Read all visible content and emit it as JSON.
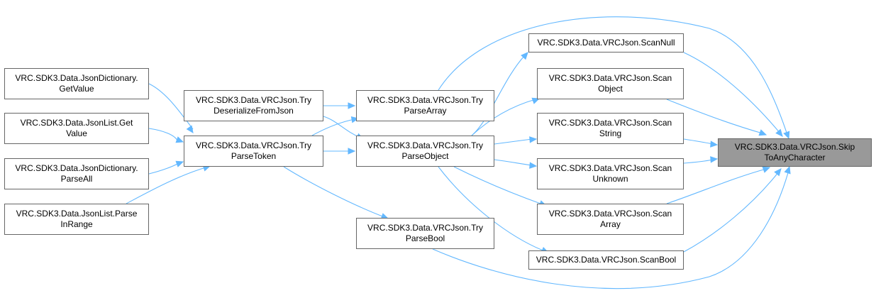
{
  "nodes": {
    "jd_getvalue": [
      "VRC.SDK3.Data.JsonDictionary.",
      "GetValue"
    ],
    "jl_getvalue": [
      "VRC.SDK3.Data.JsonList.Get",
      "Value"
    ],
    "jd_parseall": [
      "VRC.SDK3.Data.JsonDictionary.",
      "ParseAll"
    ],
    "jl_parserange": [
      "VRC.SDK3.Data.JsonList.Parse",
      "InRange"
    ],
    "try_deser": [
      "VRC.SDK3.Data.VRCJson.Try",
      "DeserializeFromJson"
    ],
    "try_token": [
      "VRC.SDK3.Data.VRCJson.Try",
      "ParseToken"
    ],
    "try_array": [
      "VRC.SDK3.Data.VRCJson.Try",
      "ParseArray"
    ],
    "try_object": [
      "VRC.SDK3.Data.VRCJson.Try",
      "ParseObject"
    ],
    "try_bool": [
      "VRC.SDK3.Data.VRCJson.Try",
      "ParseBool"
    ],
    "scan_null": [
      "VRC.SDK3.Data.VRCJson.ScanNull"
    ],
    "scan_object": [
      "VRC.SDK3.Data.VRCJson.Scan",
      "Object"
    ],
    "scan_string": [
      "VRC.SDK3.Data.VRCJson.Scan",
      "String"
    ],
    "scan_unknown": [
      "VRC.SDK3.Data.VRCJson.Scan",
      "Unknown"
    ],
    "scan_array": [
      "VRC.SDK3.Data.VRCJson.Scan",
      "Array"
    ],
    "scan_bool": [
      "VRC.SDK3.Data.VRCJson.ScanBool"
    ],
    "skip": [
      "VRC.SDK3.Data.VRCJson.Skip",
      "ToAnyCharacter"
    ]
  },
  "colors": {
    "edge": "#63b8ff",
    "node_border": "#666666",
    "root_fill": "#999999"
  }
}
